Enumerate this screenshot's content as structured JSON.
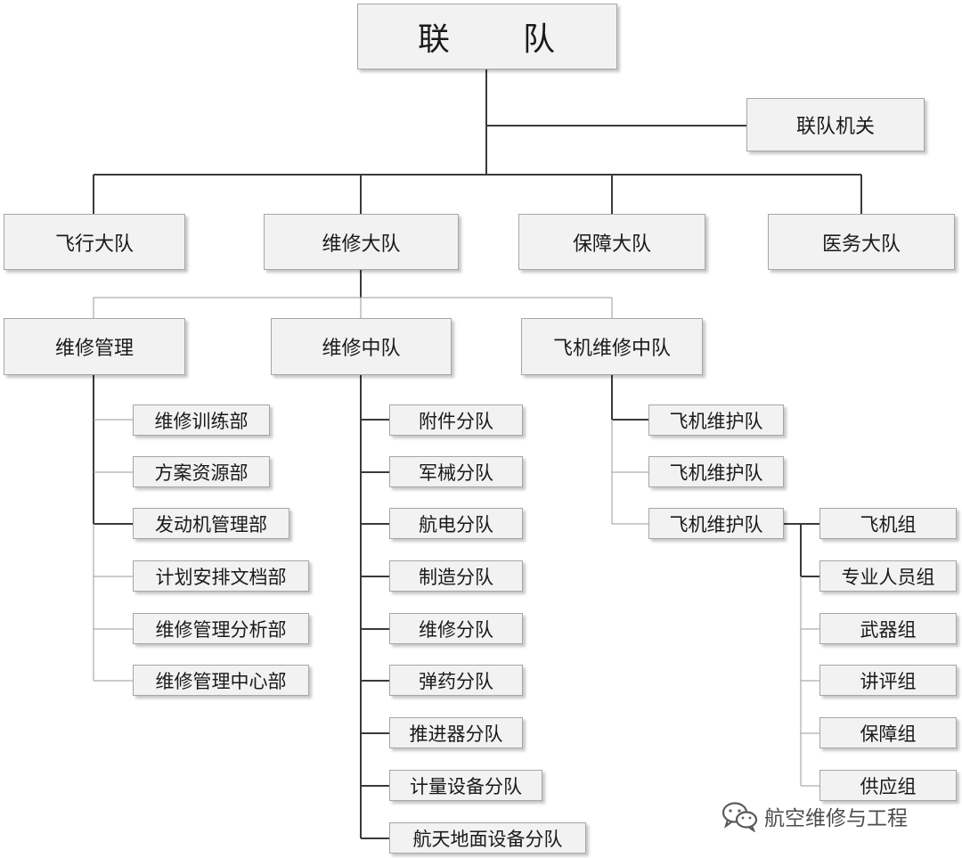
{
  "root": {
    "part1": "联",
    "part2": "队"
  },
  "hq": "联队机关",
  "groups": [
    "飞行大队",
    "维修大队",
    "保障大队",
    "医务大队"
  ],
  "maint_group": {
    "branches": [
      "维修管理",
      "维修中队",
      "飞机维修中队"
    ],
    "management_depts": [
      "维修训练部",
      "方案资源部",
      "发动机管理部",
      "计划安排文档部",
      "维修管理分析部",
      "维修管理中心部"
    ],
    "squadron_flights": [
      "附件分队",
      "军械分队",
      "航电分队",
      "制造分队",
      "维修分队",
      "弹药分队",
      "推进器分队",
      "计量设备分队",
      "航天地面设备分队"
    ],
    "aircraft_units": [
      "飞机维护队",
      "飞机维护队",
      "飞机维护队"
    ],
    "unit_teams": [
      "飞机组",
      "专业人员组",
      "武器组",
      "讲评组",
      "保障组",
      "供应组"
    ]
  },
  "watermark": {
    "text": "航空维修与工程",
    "icon": "wechat-icon"
  }
}
